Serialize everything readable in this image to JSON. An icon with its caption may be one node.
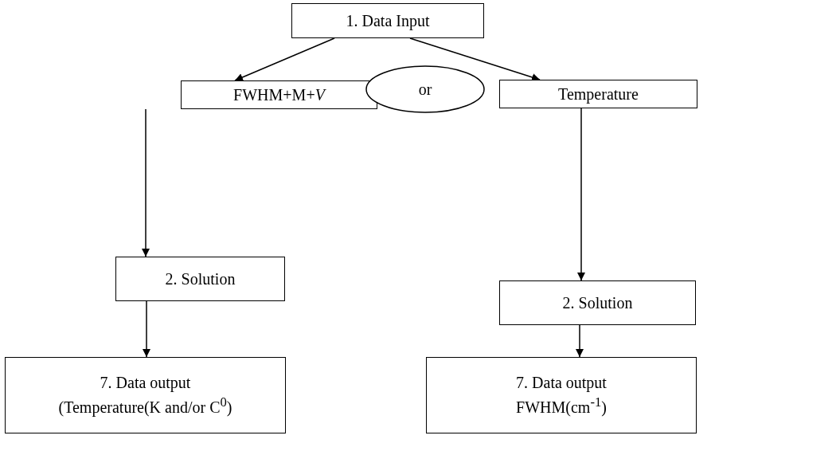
{
  "diagram": {
    "nodes": [
      {
        "text": [
          "1. Data Input"
        ]
      },
      {
        "text": [
          "FWHM+M+*V*"
        ]
      },
      {
        "text": [
          "or"
        ]
      },
      {
        "text": [
          "Temperature"
        ]
      },
      {
        "text": [
          "2. Solution"
        ]
      },
      {
        "text": [
          "2. Solution"
        ]
      },
      {
        "text": [
          "7. Data output",
          "(Temperature(K and/or C$^{0}$)"
        ]
      },
      {
        "text": [
          "7. Data output",
          "FWHM(cm$^{-1}$)"
        ]
      }
    ],
    "edges": [
      {
        "from": 0,
        "to": 1,
        "arrow": "to"
      },
      {
        "from": 0,
        "to": 3,
        "arrow": "to"
      },
      {
        "from": 1,
        "to": 4,
        "arrow": "to"
      },
      {
        "from": 3,
        "to": 5,
        "arrow": "to"
      },
      {
        "from": 4,
        "to": 6,
        "arrow": "to"
      },
      {
        "from": 5,
        "to": 7,
        "arrow": "to"
      }
    ]
  }
}
